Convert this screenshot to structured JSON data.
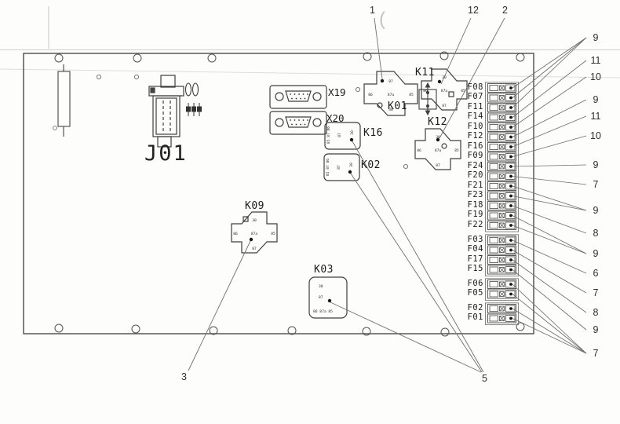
{
  "diagram": {
    "kind": "pcb-component-layout-drawing",
    "board_outline": "rectangular board with mounting holes",
    "line_color": "#4b4b48",
    "callout_line_color": "#6e6e6e",
    "background": "#fdfdfb"
  },
  "components": {
    "j01": {
      "label": "J01",
      "type": "large-connector"
    },
    "x19": {
      "label": "X19",
      "type": "d-sub-connector"
    },
    "x20": {
      "label": "X20",
      "type": "d-sub-connector"
    },
    "k01": {
      "label": "K01",
      "type": "cross-relay"
    },
    "k11": {
      "label": "K11",
      "type": "cross-relay"
    },
    "k12": {
      "label": "K12",
      "type": "cross-relay"
    },
    "k09": {
      "label": "K09",
      "type": "cross-relay"
    },
    "k16": {
      "label": "K16",
      "type": "rect-relay"
    },
    "k02": {
      "label": "K02",
      "type": "rect-relay"
    },
    "k03": {
      "label": "K03",
      "type": "rect-relay"
    }
  },
  "pin_labels": {
    "cross_top": "30",
    "cross_left": "86",
    "cross_center": "87a",
    "cross_right": "85",
    "cross_bottom": "87",
    "k01_top": "87",
    "k01_bottom": "30",
    "k16_side": "85 87 86",
    "k16_a": "87",
    "k16_b": "30",
    "k02_side": "85 87 86",
    "k02_a": "87",
    "k02_b": "30",
    "k03_top": "30",
    "k03_mid": "87",
    "k03_bottom": "86 87a 85"
  },
  "fuses": {
    "groups": [
      {
        "items": [
          {
            "label": "F08",
            "callout": 0
          },
          {
            "label": "F07",
            "callout": 0
          },
          {
            "label": "F11",
            "callout": 0
          },
          {
            "label": "F14",
            "callout": 1
          },
          {
            "label": "F10",
            "callout": 2
          },
          {
            "label": "F12",
            "callout": 3
          },
          {
            "label": "F16",
            "callout": 4
          },
          {
            "label": "F09",
            "callout": 5
          },
          {
            "label": "F24",
            "callout": 6
          },
          {
            "label": "F20",
            "callout": 7
          },
          {
            "label": "F21",
            "callout": 8
          },
          {
            "label": "F23",
            "callout": 8
          },
          {
            "label": "F18",
            "callout": 9
          },
          {
            "label": "F19",
            "callout": 10
          },
          {
            "label": "F22",
            "callout": 10
          }
        ]
      },
      {
        "items": [
          {
            "label": "F03",
            "callout": 11
          },
          {
            "label": "F04",
            "callout": 12
          },
          {
            "label": "F17",
            "callout": 13
          },
          {
            "label": "F15",
            "callout": 14
          }
        ]
      },
      {
        "items": [
          {
            "label": "F06",
            "callout": 15
          },
          {
            "label": "F05",
            "callout": 15
          }
        ]
      },
      {
        "items": [
          {
            "label": "F02",
            "callout": 15
          },
          {
            "label": "F01",
            "callout": 15
          }
        ]
      }
    ]
  },
  "callouts": {
    "right": [
      "9",
      "11",
      "10",
      "9",
      "11",
      "10",
      "9",
      "7",
      "9",
      "8",
      "9",
      "6",
      "7",
      "8",
      "9",
      "7"
    ],
    "top": [
      {
        "label": "1",
        "target": "K01"
      },
      {
        "label": "12",
        "target": "K11"
      },
      {
        "label": "2",
        "target": "K12"
      }
    ],
    "bottom": [
      {
        "label": "3",
        "target": "K09"
      },
      {
        "label": "5",
        "target": "K16 K02 K03"
      }
    ]
  },
  "artifacts": {
    "crescent": "("
  }
}
